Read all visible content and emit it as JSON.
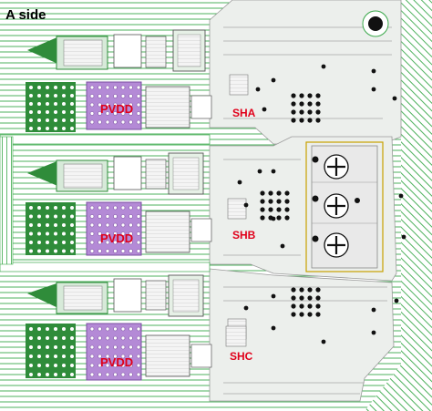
{
  "side_label": "A side",
  "net_labels": {
    "sha": "SHA",
    "shb": "SHB",
    "shc": "SHC"
  },
  "pad_labels": [
    "PVDD",
    "PVDD",
    "PVDD"
  ],
  "colors": {
    "board": "#ffffff",
    "copper_line": "#3aa84a",
    "copper_fill": "#e9ede9",
    "trace_gray": "#a8a8a8",
    "pad_purple": "#b48ad6",
    "pad_green": "#2f8c3a",
    "net_red": "#e0001a",
    "silkscreen": "#c8a000",
    "via_black": "#111111"
  }
}
